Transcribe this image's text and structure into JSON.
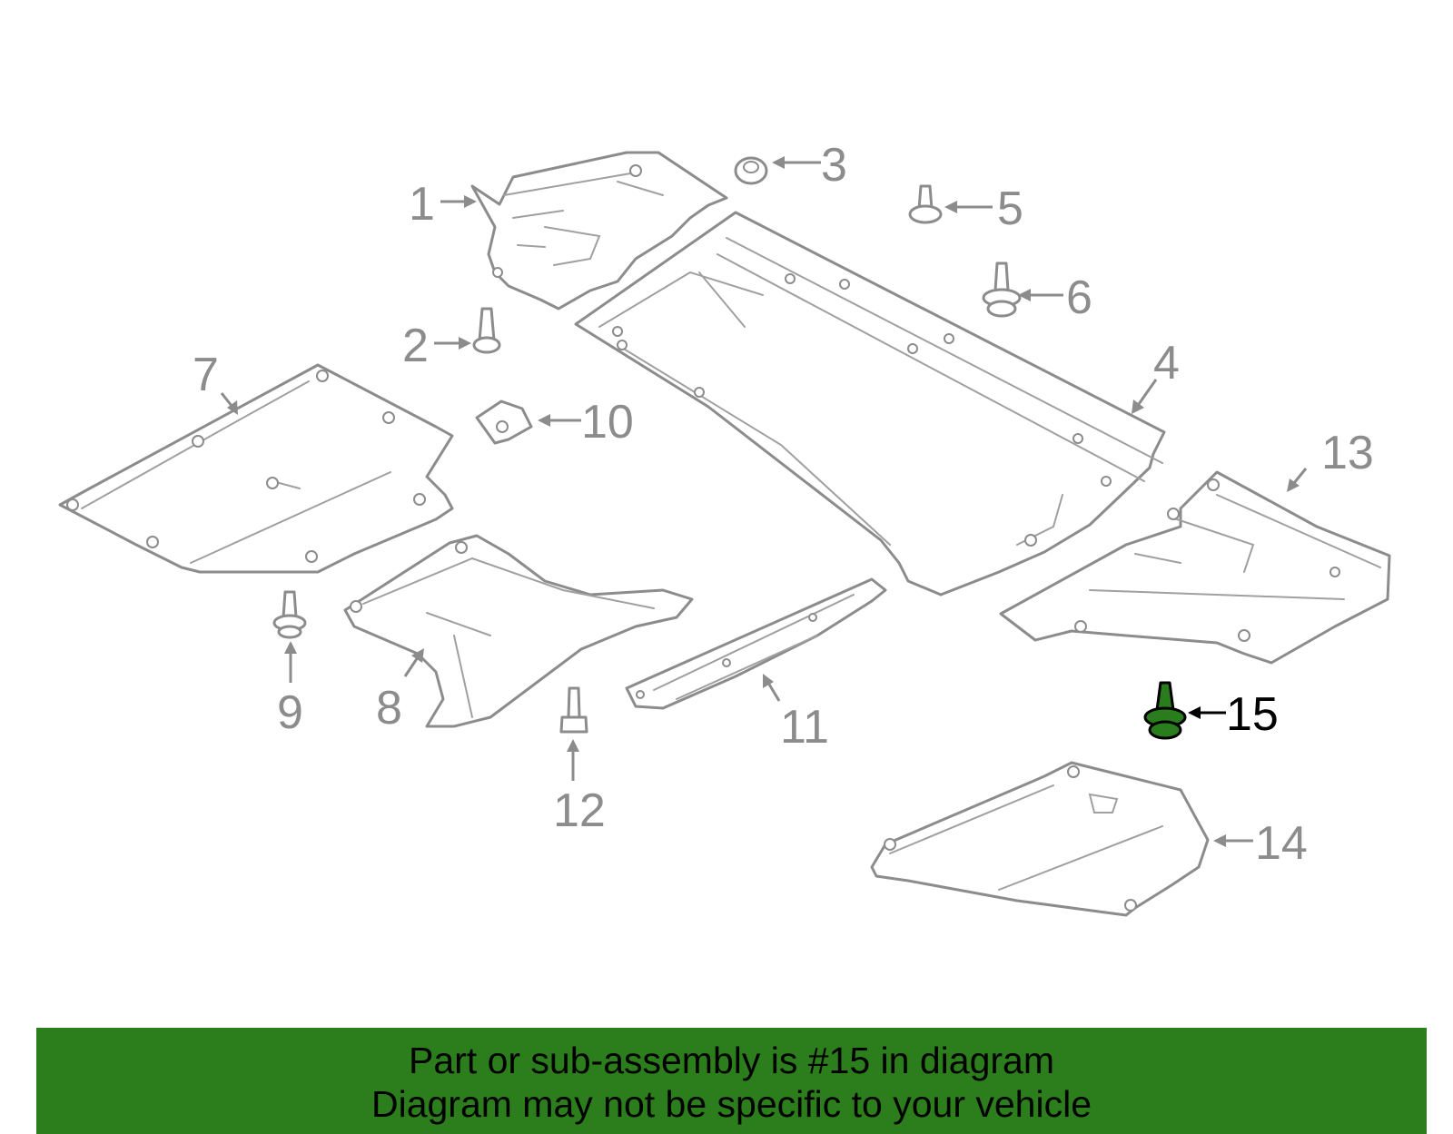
{
  "diagram": {
    "callouts": [
      "1",
      "2",
      "3",
      "4",
      "5",
      "6",
      "7",
      "8",
      "9",
      "10",
      "11",
      "12",
      "13",
      "14",
      "15"
    ],
    "highlighted": "15",
    "highlight_color": "#2c7d1b"
  },
  "banner": {
    "line1": "Part or sub-assembly is #15 in diagram",
    "line2": "Diagram may not be specific to your vehicle"
  }
}
